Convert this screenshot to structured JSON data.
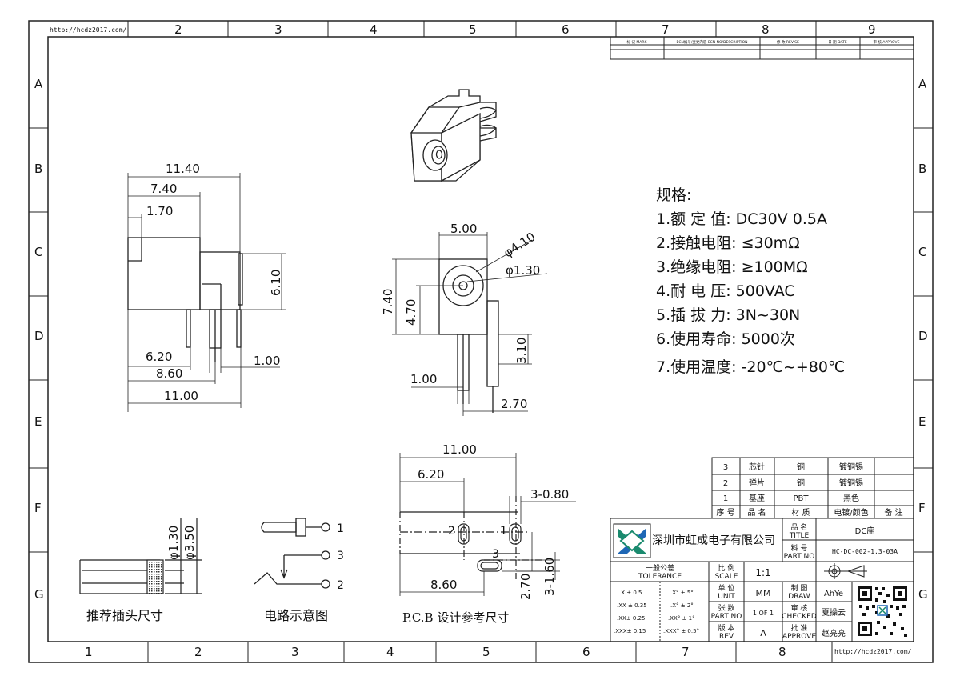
{
  "frame": {
    "url_top": "http://hcdz2017.com/",
    "url_bottom": "http://hcdz2017.com/",
    "top_columns": [
      "2",
      "3",
      "4",
      "5",
      "6",
      "7",
      "8",
      "9"
    ],
    "bottom_columns": [
      "1",
      "2",
      "3",
      "4",
      "5",
      "6",
      "7",
      "8"
    ],
    "row_letters": [
      "A",
      "B",
      "C",
      "D",
      "E",
      "F",
      "G"
    ]
  },
  "revision_block": {
    "headers": [
      "标 记\nMARK",
      "ECN编号/变更内容\nECN NO/DESCRIPTION",
      "修 改\nREVISE",
      "日 期\nDATE",
      "审 核\nAPPROVE"
    ]
  },
  "specs": {
    "title": "规格:",
    "lines": [
      "1.额 定 值: DC30V 0.5A",
      "2.接触电阻: ≤30mΩ",
      "3.绝缘电阻: ≥100MΩ",
      "4.耐 电 压: 500VAC",
      "5.插 拔 力: 3N~30N",
      "6.使用寿命: 5000次",
      "7.使用温度: -20℃~+80℃"
    ]
  },
  "side_view": {
    "dims": [
      "11.40",
      "7.40",
      "1.70",
      "6.10",
      "6.20",
      "1.00",
      "8.60",
      "11.00"
    ]
  },
  "front_view": {
    "dims": [
      "5.00",
      "φ4.10",
      "φ1.30",
      "7.40",
      "4.70",
      "3.10",
      "1.00",
      "2.70"
    ]
  },
  "plug_view": {
    "dims": [
      "φ1.30",
      "φ3.50"
    ],
    "caption": "推荐插头尺寸"
  },
  "circuit_view": {
    "pins": [
      "1",
      "3",
      "2"
    ],
    "caption": "电路示意图"
  },
  "pcb_view": {
    "dims": [
      "11.00",
      "6.20",
      "3-0.80",
      "8.60",
      "2.70",
      "3-1.60"
    ],
    "pins": [
      "2",
      "1",
      "3"
    ],
    "caption": "P.C.B 设计参考尺寸"
  },
  "bom": {
    "rows": [
      [
        "3",
        "芯针",
        "铜",
        "镀铜锡",
        ""
      ],
      [
        "2",
        "弹片",
        "铜",
        "镀铜锡",
        ""
      ],
      [
        "1",
        "基座",
        "PBT",
        "黑色",
        ""
      ]
    ],
    "header": [
      "序 号",
      "品 名",
      "材 质",
      "电镀/颜色",
      "备 注"
    ]
  },
  "title_block": {
    "company": "深圳市虹成电子有限公司",
    "name_label_cn": "品 名",
    "name_label_en": "TITLE",
    "name_value": "DC座",
    "part_label_cn": "料 号",
    "part_label_en": "PART NO",
    "part_value": "HC-DC-002-1.3-03A",
    "tolerance_cn": "一般公差",
    "tolerance_en": "TOLERANCE",
    "tolerances_left": [
      ".X ± 0.5",
      ".XX ± 0.35",
      ".XX± 0.25",
      ".XXX± 0.15"
    ],
    "tolerances_right": [
      ".X° ± 5°",
      ".X° ± 2°",
      ".XX° ± 1°",
      ".XXX° ± 0.5°"
    ],
    "scale_cn": "比 例",
    "scale_en": "SCALE",
    "scale_value": "1:1",
    "unit_cn": "单 位",
    "unit_en": "UNIT",
    "unit_value": "MM",
    "draw_cn": "制 图",
    "draw_en": "DRAW",
    "draw_value": "AhYe",
    "sheet_cn": "张 数",
    "sheet_en": "PART NO",
    "sheet_value": "1 OF 1",
    "check_cn": "审 核",
    "check_en": "CHECKED",
    "check_value": "夏操云",
    "rev_cn": "版 本",
    "rev_en": "REV",
    "rev_value": "A",
    "approve_cn": "批 准",
    "approve_en": "APPROVE",
    "approve_value": "赵亮亮"
  }
}
